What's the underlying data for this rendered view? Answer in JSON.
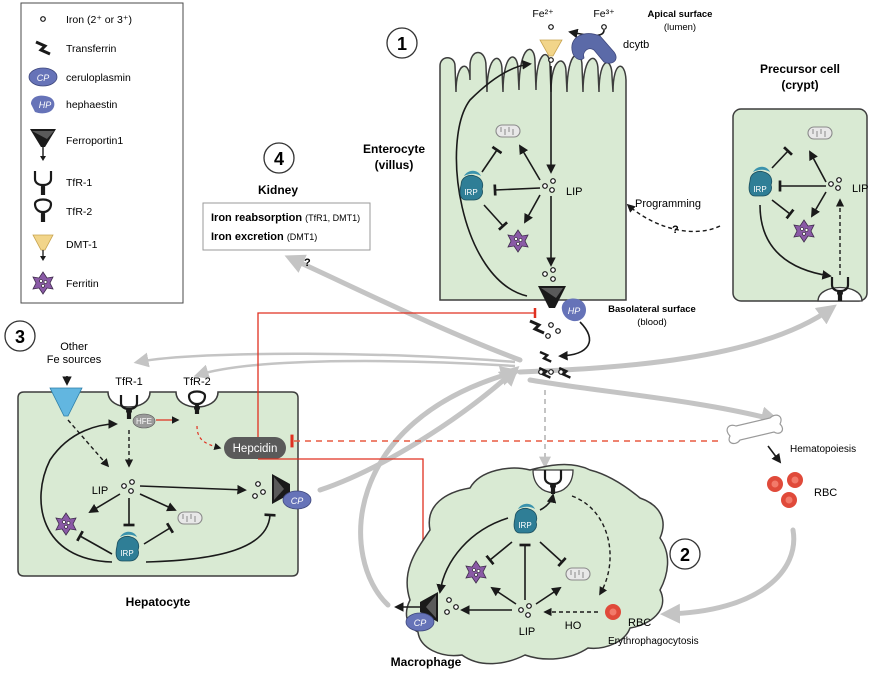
{
  "legend": {
    "items": [
      {
        "icon": "iron-dot-icon",
        "label": "Iron (2⁺ or 3⁺)"
      },
      {
        "icon": "transferrin-icon",
        "label": "Transferrin"
      },
      {
        "icon": "ceruloplasmin-icon",
        "label": "ceruloplasmin"
      },
      {
        "icon": "hephaestin-icon",
        "label": "hephaestin"
      },
      {
        "icon": "ferroportin-icon",
        "label": "Ferroportin1"
      },
      {
        "icon": "tfr1-icon",
        "label": "TfR-1"
      },
      {
        "icon": "tfr2-icon",
        "label": "TfR-2"
      },
      {
        "icon": "dmt1-icon",
        "label": "DMT-1"
      },
      {
        "icon": "ferritin-icon",
        "label": "Ferritin"
      }
    ],
    "cp_badge": "CP",
    "hp_badge": "HP"
  },
  "panels": {
    "enterocyte": {
      "number": "1",
      "title": "Enterocyte",
      "subtitle": "(villus)"
    },
    "macrophage": {
      "number": "2",
      "title": "Macrophage"
    },
    "hepatocyte": {
      "number": "3",
      "title": "Hepatocyte"
    },
    "kidney": {
      "number": "4",
      "title": "Kidney"
    },
    "precursor": {
      "title": "Precursor cell",
      "subtitle": "(crypt)"
    }
  },
  "labels": {
    "fe2": "Fe²⁺",
    "fe3": "Fe³⁺",
    "dcytb": "dcytb",
    "apical_surface": "Apical surface",
    "lumen": "(lumen)",
    "basolateral_surface": "Basolateral surface",
    "blood": "(blood)",
    "lip": "LIP",
    "irp": "IRP",
    "hp": "HP",
    "cp": "CP",
    "hfe": "HFE",
    "programming": "Programming",
    "question": "?",
    "other_fe_sources": "Other\nFe sources",
    "tfr1": "TfR-1",
    "tfr2": "TfR-2",
    "hepcidin": "Hepcidin",
    "hematopoiesis": "Hematopoiesis",
    "rbc": "RBC",
    "erythrophagocytosis": "Erythrophagocytosis",
    "ho": "HO"
  },
  "kidney_box": {
    "line1_bold": "Iron reabsorption",
    "line1_small": "(TfR1, DMT1)",
    "line2_bold": "Iron excretion",
    "line2_small": "(DMT1)"
  },
  "colors": {
    "cell_fill": "#d9ead3",
    "irp_blue": "#2f7e96",
    "cp_purple": "#6673b8",
    "ferritin_purple": "#8a5aa6",
    "dmt1_yellow": "#f2d58a",
    "inhibition_red": "#e03020",
    "rbc_red": "#e04a3a",
    "hepcidin_grey": "#5a5a5a",
    "flow_grey": "#c4c4c4"
  }
}
